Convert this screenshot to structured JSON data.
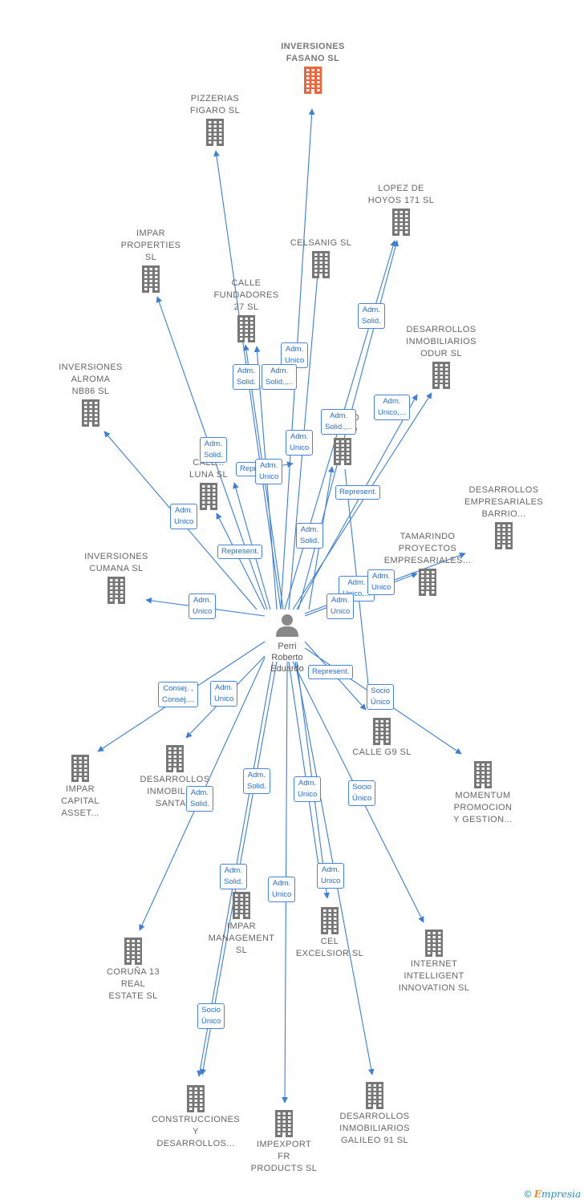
{
  "person": {
    "name": "Perri\nRoberto\nEduardo",
    "icon": "person-icon",
    "color": "#888888"
  },
  "colors": {
    "edge": "#3d7fd6",
    "building": "#777777",
    "main_building": "#f0643a"
  },
  "companies": [
    {
      "id": "fasano",
      "label": "INVERSIONES\nFASANO  SL",
      "main": true
    },
    {
      "id": "pizzerias",
      "label": "PIZZERIAS\nFIGARO  SL"
    },
    {
      "id": "lopez",
      "label": "LOPEZ DE\nHOYOS 171  SL"
    },
    {
      "id": "impar_prop",
      "label": "IMPAR\nPROPERTIES\nSL"
    },
    {
      "id": "celsanig",
      "label": "CELSANIG  SL"
    },
    {
      "id": "calle_fund",
      "label": "CALLE\nFUNDADORES\n27  SL"
    },
    {
      "id": "odur",
      "label": "DESARROLLOS\nINMOBILIARIOS\nODUR  SL"
    },
    {
      "id": "alroma",
      "label": "INVERSIONES\nALROMA\nNB86  SL"
    },
    {
      "id": "grupo",
      "label": "GRUPO\nINP...O"
    },
    {
      "id": "luna",
      "label": "CALL...\nLUNA  SL"
    },
    {
      "id": "barrio",
      "label": "DESARROLLOS\nEMPRESARIALES\nBARRIO..."
    },
    {
      "id": "tamarindo",
      "label": "TAMARINDO\nPROYECTOS\nEMPRESARIALES..."
    },
    {
      "id": "cumana",
      "label": "INVERSIONES\nCUMANA SL"
    },
    {
      "id": "impar_cap",
      "label": "IMPAR\nCAPITAL\nASSET..."
    },
    {
      "id": "santa",
      "label": "DESARROLLOS\nINMOBILIA...\nSANTA..."
    },
    {
      "id": "calle_g9",
      "label": "CALLE G9  SL"
    },
    {
      "id": "momentum",
      "label": "MOMENTUM\nPROMOCION\nY GESTION..."
    },
    {
      "id": "coruna",
      "label": "CORUÑA 13\nREAL\nESTATE  SL"
    },
    {
      "id": "impar_mgmt",
      "label": "IMPAR\nMANAGEMENT\nSL"
    },
    {
      "id": "cel",
      "label": "CEL\nEXCELSIOR SL"
    },
    {
      "id": "internet",
      "label": "INTERNET\nINTELLIGENT\nINNOVATION SL"
    },
    {
      "id": "construcciones",
      "label": "CONSTRUCCIONES\nY\nDESARROLLOS..."
    },
    {
      "id": "impexport",
      "label": "IMPEXPORT\nFR\nPRODUCTS SL"
    },
    {
      "id": "galileo",
      "label": "DESARROLLOS\nINMOBILIARIOS\nGALILEO 91  SL"
    }
  ],
  "edge_labels": [
    "Adm.\nSolid.",
    "Adm.\nUnico",
    "Adm.\nSolid.",
    "Adm.\nSolid.,...",
    "Adm.\nUnico,...",
    "Adm.\nSolid.,...",
    "Adm.\nSolid.",
    "Adm.\nUnico",
    "Represent.",
    "Adm.\nUnico",
    "Represent.",
    "Adm.\nUnico",
    "Adm.\nSolid.",
    "Represent.",
    "Adm.\nUnico",
    "Adm.\nUnico,...",
    "Adm.\nUnico",
    "Adm.\nUnico",
    "Represent.",
    "Socio\nÚnico",
    "Consej. ,\nConsej....",
    "Adm.\nUnico",
    "Adm.\nSolid.",
    "Adm.\nSolid.",
    "Adm.\nUnico",
    "Socio\nÚnico",
    "Adm.\nSolid.",
    "Adm.\nUnico",
    "Adm.\nUnico",
    "Socio\nÚnico"
  ],
  "footer": {
    "copyright": "©",
    "brand_first": "E",
    "brand_rest": "mpresia"
  }
}
